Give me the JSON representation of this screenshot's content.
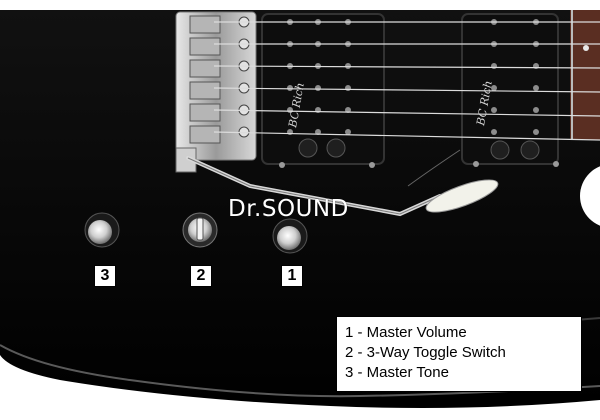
{
  "watermark": "Dr.SOUND",
  "controls": [
    {
      "number": "1",
      "label": "Master Volume"
    },
    {
      "number": "2",
      "label": "3-Way Toggle Switch"
    },
    {
      "number": "3",
      "label": "Master Tone"
    }
  ],
  "legend": {
    "items": [
      "1 - Master Volume",
      "2 - 3-Way Toggle Switch",
      "3 - Master Tone"
    ]
  },
  "pickup_logo_text": "BC Rich",
  "colors": {
    "body": "#050505",
    "chrome": "#c9c9c9",
    "string": "#dcdcdc",
    "fretboard": "#5a2e22",
    "legend_border": "#000000"
  }
}
